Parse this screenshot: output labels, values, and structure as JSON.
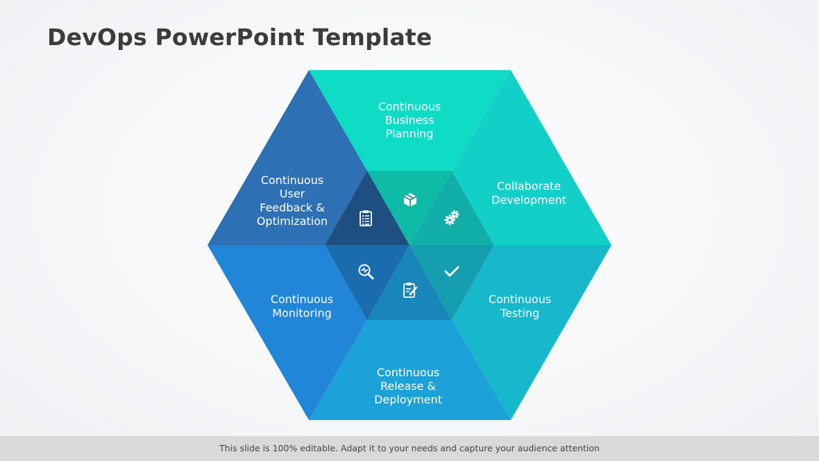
{
  "title": "DevOps PowerPoint Template",
  "segments": [
    {
      "id": "business-planning",
      "label": [
        "Continuous",
        "Business",
        "Planning"
      ],
      "color": "#0fdcc5",
      "inner_color": "#0dbba6",
      "icon": "box-icon"
    },
    {
      "id": "collaborate-development",
      "label": [
        "Collaborate",
        "Development"
      ],
      "color": "#12d0c8",
      "inner_color": "#10aea6",
      "icon": "gears-icon"
    },
    {
      "id": "testing",
      "label": [
        "Continuous",
        "Testing"
      ],
      "color": "#17b8cc",
      "inner_color": "#159db0",
      "icon": "checkmark-icon"
    },
    {
      "id": "release-deployment",
      "label": [
        "Continuous",
        "Release &",
        "Deployment"
      ],
      "color": "#1ca1d8",
      "inner_color": "#1886b8",
      "icon": "clipboard-edit-icon"
    },
    {
      "id": "monitoring",
      "label": [
        "Continuous",
        "Monitoring"
      ],
      "color": "#2185d8",
      "inner_color": "#1a6cae",
      "icon": "magnifier-pulse-icon"
    },
    {
      "id": "user-feedback",
      "label": [
        "Continuous",
        "User",
        "Feedback &",
        "Optimization"
      ],
      "color": "#2d70b3",
      "inner_color": "#1e4f80",
      "icon": "clipboard-list-icon"
    }
  ],
  "footer": "This slide is 100% editable. Adapt it to your needs and capture your audience attention"
}
